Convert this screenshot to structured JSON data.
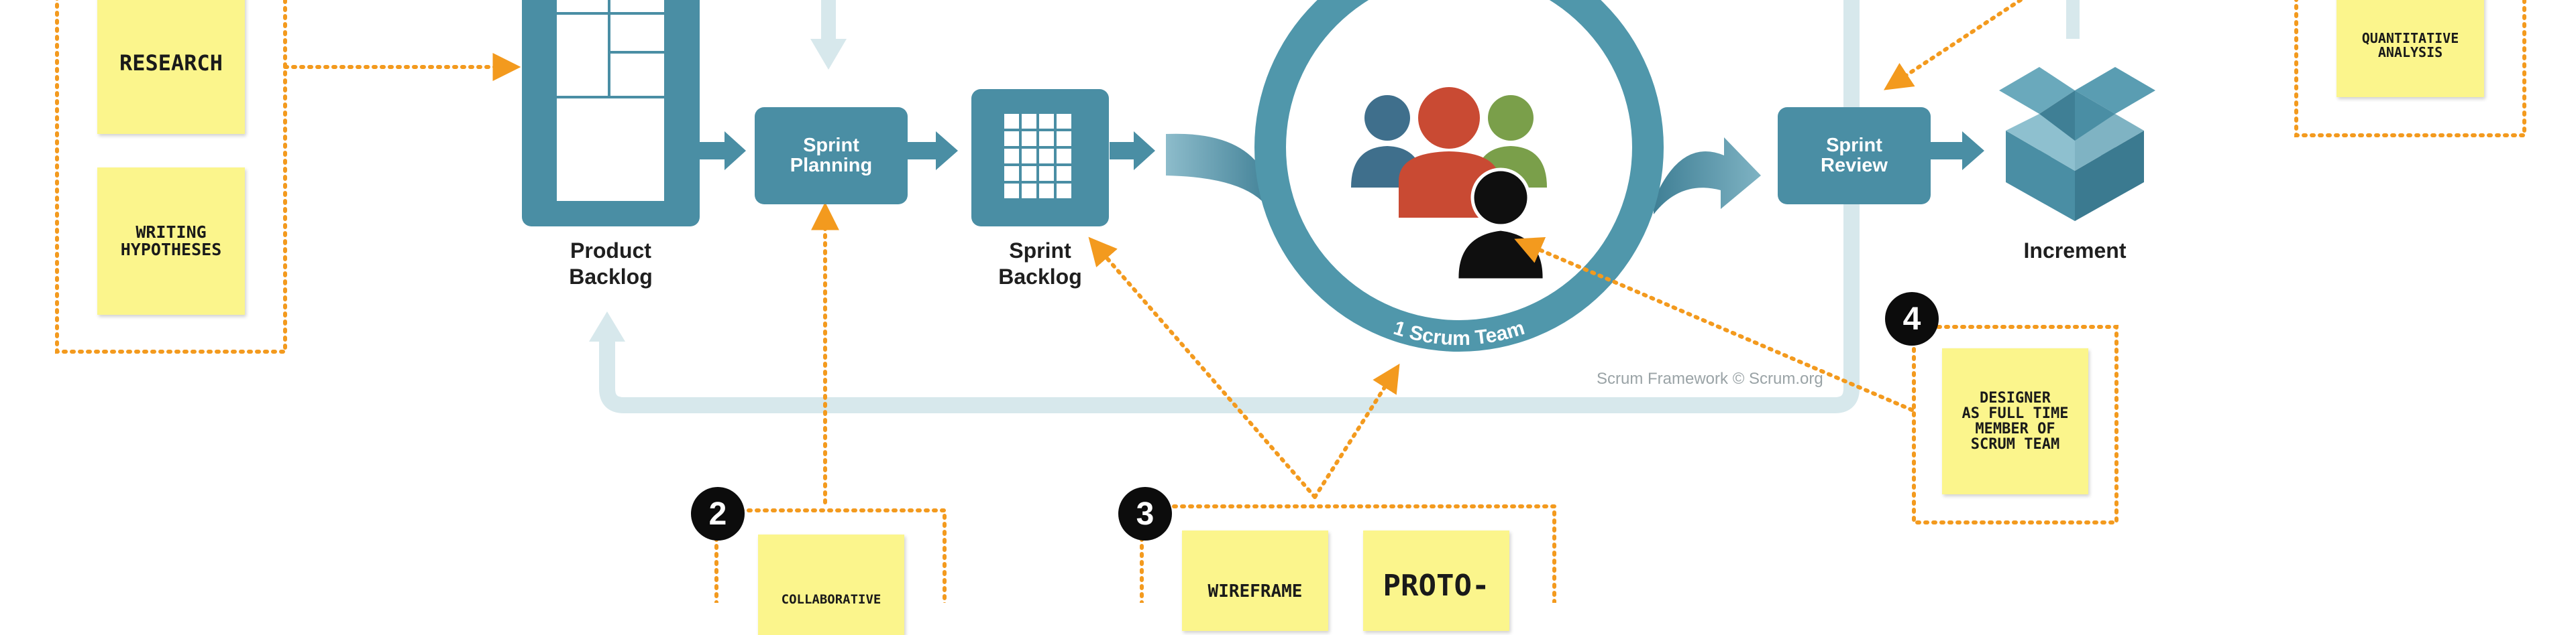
{
  "framework": {
    "product_backlog": "Product\nBacklog",
    "sprint_planning": "Sprint\nPlanning",
    "sprint_backlog": "Sprint\nBacklog",
    "scrum_team": "1 Scrum Team",
    "sprint_review": "Sprint\nReview",
    "increment": "Increment",
    "credit": "Scrum Framework © Scrum.org"
  },
  "notes": {
    "research": "RESEARCH",
    "writing_hypotheses": "WRITING\nHYPOTHESES",
    "quantitative_analysis": "QUANTITATIVE\nANALYSIS",
    "collaborative": "COLLABORATIVE",
    "wireframe": "WIREFRAME",
    "proto": "PROTO-",
    "designer": "DESIGNER\nAS FULL TIME\nMEMBER OF\nSCRUM TEAM"
  },
  "badges": {
    "two": "2",
    "three": "3",
    "four": "4"
  },
  "colors": {
    "teal": "#4a8ea4",
    "light_teal": "#d7e8ec",
    "orange": "#f39a1e",
    "sticky": "#fbf58c",
    "person_blue": "#3f6f8c",
    "person_red": "#c94a33",
    "person_green": "#7a9f4a"
  }
}
